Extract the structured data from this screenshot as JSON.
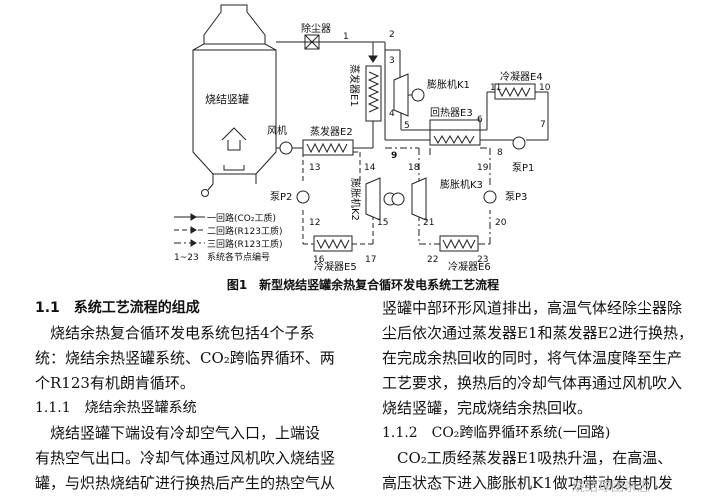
{
  "figure": {
    "labels": {
      "tower": "烧结竖罐",
      "dust_collector": "除尘器",
      "fan": "风机",
      "evap_e1": "蒸发器E1",
      "evap_e2": "蒸发器E2",
      "exp_k1": "膨胀机K1",
      "exp_k2": "膨胀机K2",
      "exp_k3": "膨胀机K3",
      "cond_e4": "冷凝器E4",
      "cond_e5": "冷凝器E5",
      "cond_e6": "冷凝器E6",
      "regen_e3": "回热器E3",
      "pump_p1": "泵P1",
      "pump_p2": "泵P2",
      "pump_p3": "泵P3"
    },
    "nodes": [
      "1",
      "2",
      "3",
      "4",
      "5",
      "6",
      "7",
      "8",
      "9",
      "10",
      "11",
      "12",
      "13",
      "14",
      "15",
      "16",
      "17",
      "18",
      "19",
      "20",
      "21",
      "22",
      "23"
    ],
    "legend": [
      "一回路(CO₂工质)",
      "二回路(R123工质)",
      "三回路(R123工质)",
      "系统各节点编号"
    ],
    "legend_node_range": "1~23",
    "caption": "图1　新型烧结竖罐余热复合循环发电系统工艺流程"
  },
  "text": {
    "left": [
      "1.1　系统工艺流程的组成",
      "　烧结余热复合循环发电系统包括4个子系",
      "统：烧结余热竖罐系统、CO₂跨临界循环、两",
      "个R123有机朗肯循环。",
      "1.1.1　烧结余热竖罐系统",
      "　烧结竖罐下端设有冷却空气入口，上端设",
      "有热空气出口。冷却气体通过风机吹入烧结竖",
      "罐，与炽热烧结矿进行换热后产生的热空气从"
    ],
    "right": [
      "竖罐中部环形风道排出，高温气体经除尘器除",
      "尘后依次通过蒸发器E1和蒸发器E2进行换热，",
      "在完成余热回收的同时，将气体温度降至生产",
      "工艺要求，换热后的冷却气体再通过风机吹入",
      "烧结竖罐，完成烧结余热回收。",
      "1.1.2　CO₂跨临界循环系统(一回路)",
      "　CO₂工质经蒸发器E1吸热升温，在高温、",
      "高压状态下进入膨胀机K1做功带动发电机发"
    ]
  },
  "watermark": "烧结球团杂志"
}
